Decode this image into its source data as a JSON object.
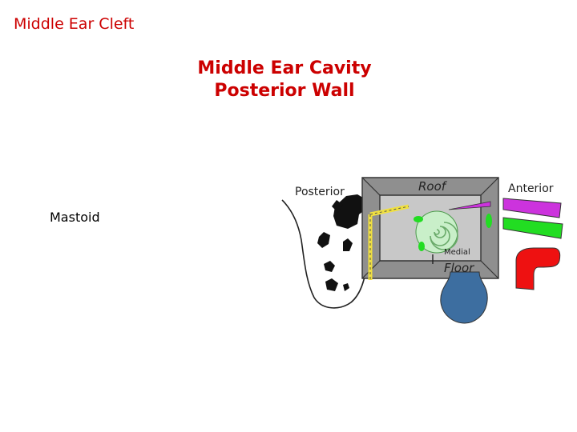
{
  "slide": {
    "corner_title": "Middle Ear Cleft",
    "title_line1": "Middle Ear Cavity",
    "title_line2": "Posterior Wall",
    "side_label": "Mastoid"
  },
  "diagram": {
    "labels": {
      "posterior": "Posterior",
      "roof": "Roof",
      "anterior": "Anterior",
      "medial": "Medial",
      "floor": "Floor"
    },
    "colors": {
      "title_red": "#cc0000",
      "box_gray": "#8f8f8f",
      "inner_gray": "#c8c8c8",
      "cochlea_green": "#c9efc9",
      "tube_green": "#22dd22",
      "canal_purple": "#cc33dd",
      "carotid_red": "#ee1111",
      "jugular_blue": "#3d6ea0",
      "facial_yellow": "#f0e040"
    }
  }
}
